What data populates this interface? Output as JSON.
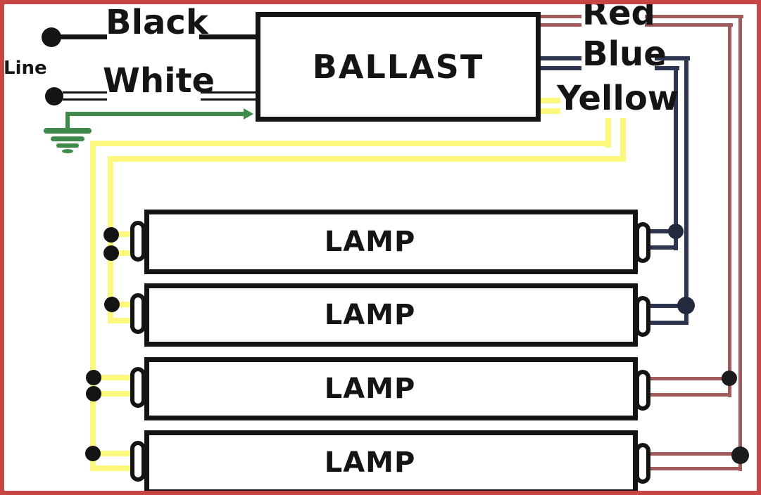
{
  "diagram": {
    "labels": {
      "line": "Line",
      "black": "Black",
      "white": "White",
      "red": "Red",
      "blue": "Blue",
      "yellow": "Yellow",
      "ballast": "BALLAST"
    },
    "lamps": [
      {
        "label": "LAMP"
      },
      {
        "label": "LAMP"
      },
      {
        "label": "LAMP"
      },
      {
        "label": "LAMP"
      }
    ],
    "colors": {
      "background": "#ffffff",
      "border": "#c84545",
      "black_wire": "#141414",
      "white_wire_fill": "#ffffff",
      "green_ground": "#3f8a4a",
      "yellow_wire": "#fbf87d",
      "blue_wire": "#2d3550",
      "red_wire": "#a15b5b"
    }
  }
}
